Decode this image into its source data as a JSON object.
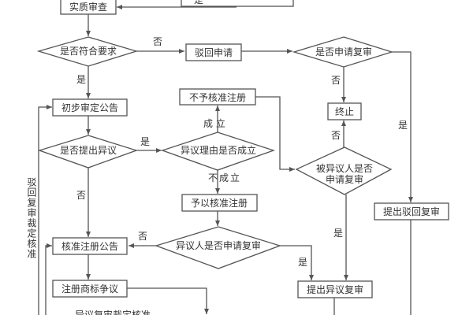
{
  "nodes": {
    "top_box": "",
    "substantive_exam": "实质审查",
    "meets_requirements": "是否符合要求",
    "reject_application": "驳回申请",
    "apply_review_q": "是否申请复审",
    "terminate": "终止",
    "preliminary_notice": "初步审定公告",
    "objection_q": "是否提出异议",
    "objection_reason_q": "异议理由是否成立",
    "not_approved": "不予核准注册",
    "opposed_review_q_line1": "被异议人是否",
    "opposed_review_q_line2": "申请复审",
    "approve_registration": "予以核准注册",
    "objector_review_q": "异议人是否申请复审",
    "registration_notice": "核准注册公告",
    "trademark_dispute": "注册商标争议",
    "objection_review": "提出异议复审",
    "rejection_review": "提出驳回复审",
    "rejection_review_ruling": "驳回复审裁定核准",
    "objection_review_ruling": "异议复审裁定核准"
  },
  "labels": {
    "yes": "是",
    "no": "否",
    "established": "成立",
    "not_established": "不成立"
  },
  "colors": {
    "line": "#555555",
    "text": "#333333",
    "background": "#ffffff"
  }
}
